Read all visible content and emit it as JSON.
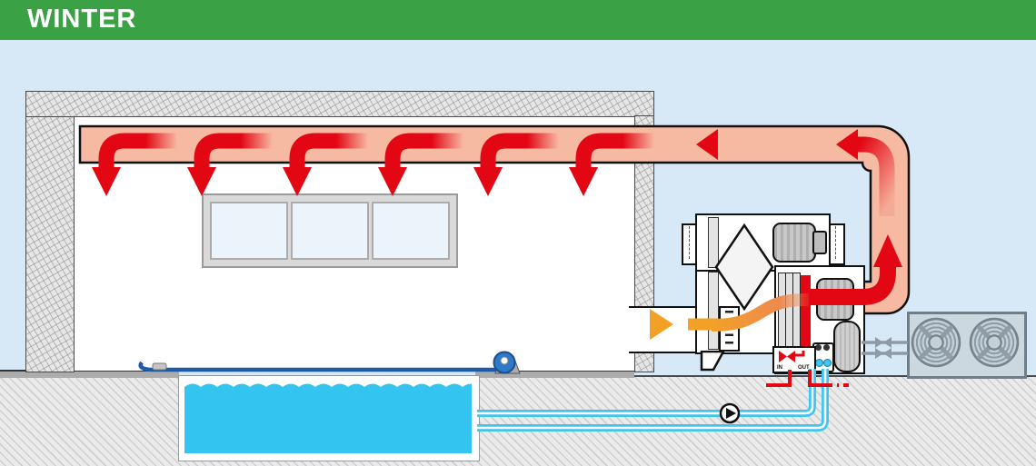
{
  "header": {
    "title": "WINTER"
  },
  "unit_labels": {
    "in": "IN",
    "out": "OUT"
  },
  "colors": {
    "header_green": "#3BA145",
    "sky_background": "#D7E8F6",
    "duct_salmon": "#F6B9A2",
    "warm_air_red": "#E30613",
    "exhaust_air_orange": "#F2A126",
    "pool_water_cyan": "#33C5F0",
    "water_pipe_cyan": "#3FC6F0",
    "pool_cover_navy": "#1D5BA4",
    "refrigerant_pipe_gray": "#8E9BA6"
  }
}
